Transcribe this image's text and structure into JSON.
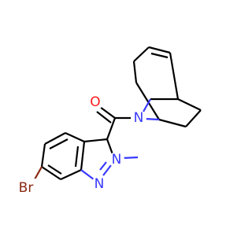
{
  "molecule": {
    "atoms": {
      "oxygen": {
        "symbol": "O",
        "color": "#ff1a1a"
      },
      "bridge_nitrogen": {
        "symbol": "N",
        "color": "#3838ff"
      },
      "ring_nitrogen_2": {
        "symbol": "N",
        "color": "#3838ff"
      },
      "ring_nitrogen_1": {
        "symbol": "N",
        "color": "#3838ff"
      },
      "bromine": {
        "symbol": "Br",
        "color": "#8a2a12"
      }
    }
  }
}
